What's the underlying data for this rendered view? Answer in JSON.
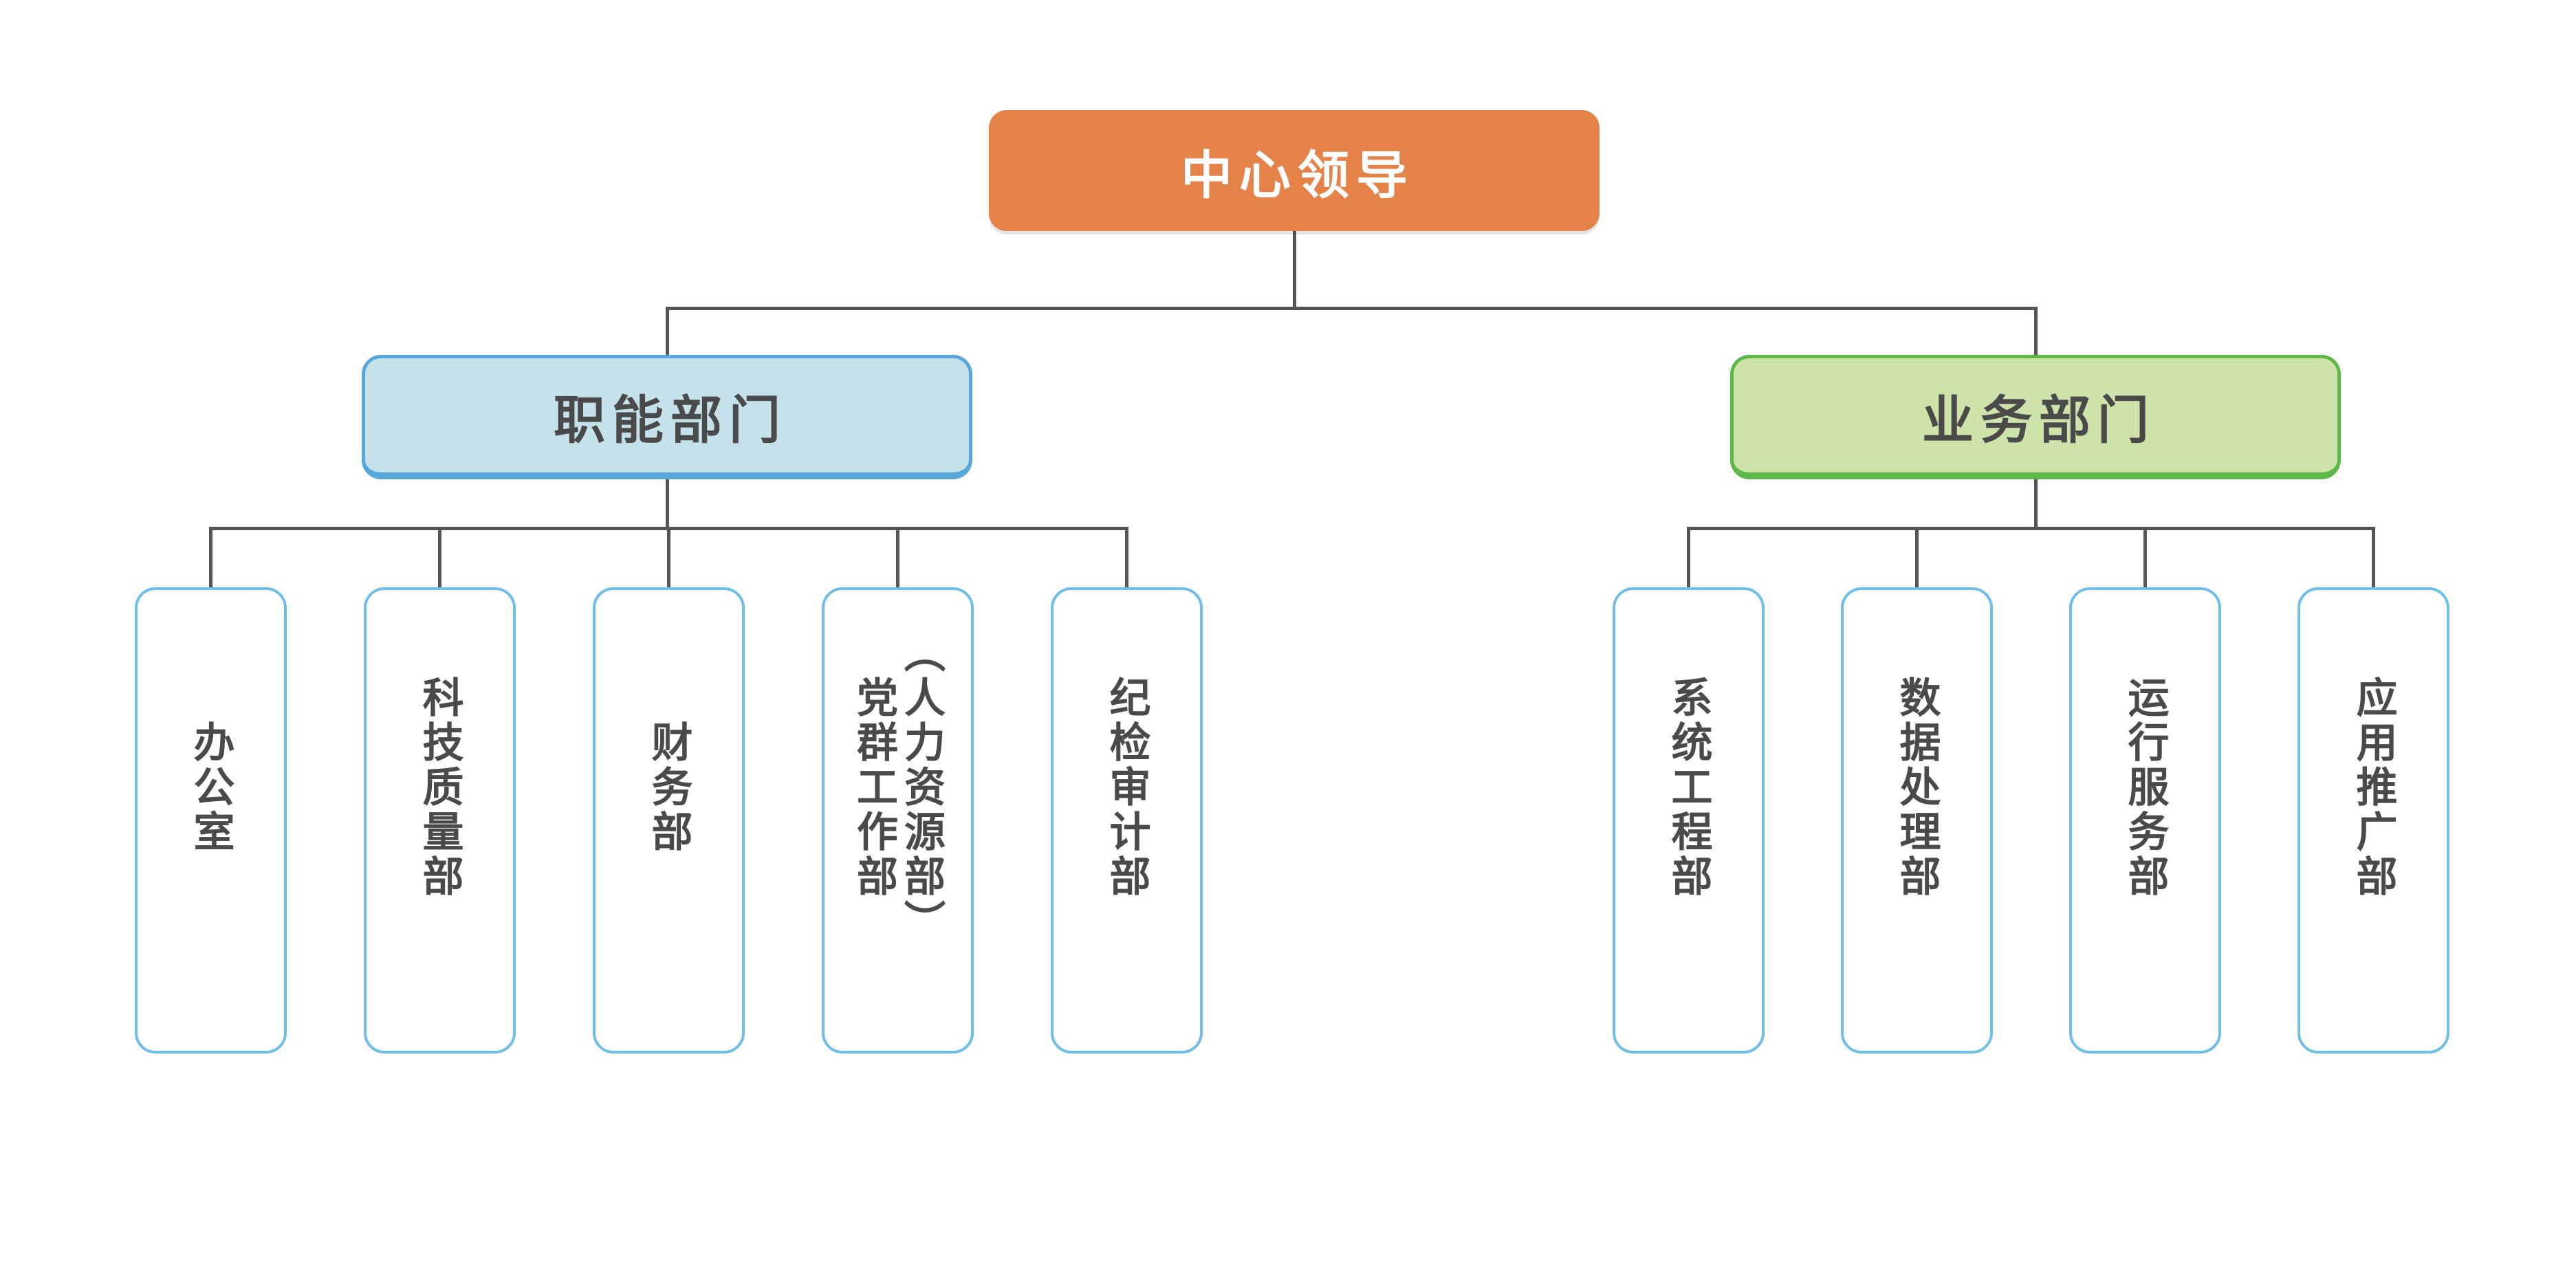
{
  "org": {
    "root": {
      "label": "中心领导"
    },
    "branches": [
      {
        "label": "职能部门",
        "children": [
          {
            "label": "办公室"
          },
          {
            "label": "科技质量部"
          },
          {
            "label": "财务部"
          },
          {
            "label": "党群工作部",
            "label_secondary": "（人力资源部）"
          },
          {
            "label": "纪检审计部"
          }
        ]
      },
      {
        "label": "业务部门",
        "children": [
          {
            "label": "系统工程部"
          },
          {
            "label": "数据处理部"
          },
          {
            "label": "运行服务部"
          },
          {
            "label": "应用推广部"
          }
        ]
      }
    ]
  },
  "theme": {
    "root-fill": "#E5824A",
    "root-text": "#FFFFFF",
    "branch-functional-fill": "#C5E1EA",
    "branch-functional-border": "#58A7DB",
    "branch-business-fill": "#CDE3AA",
    "branch-business-border": "#5CB848",
    "leaf-fill": "#FFFFFF",
    "leaf-border": "#6FBEE7",
    "connector": "#555555",
    "text": "#4A4A4A"
  }
}
